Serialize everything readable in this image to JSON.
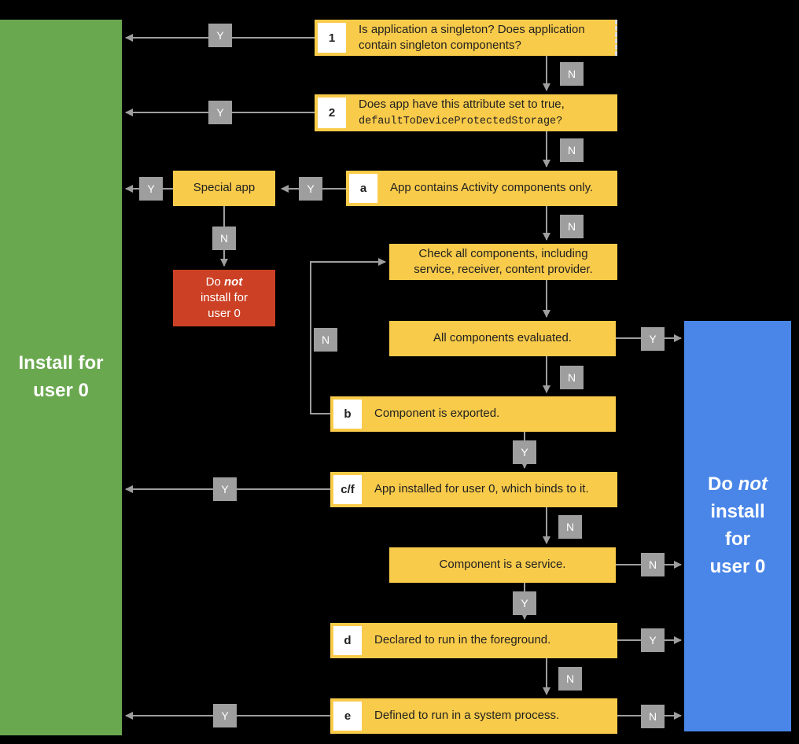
{
  "edge_labels": {
    "yes": "Y",
    "no": "N"
  },
  "colors": {
    "yellow": "#f9cb4a",
    "green": "#6aa84f",
    "blue": "#4a86e8",
    "red": "#cc4125",
    "gray": "#9e9e9e"
  },
  "terminals": {
    "green": {
      "line1": "Install for",
      "line2": "user 0"
    },
    "blue": {
      "word_do": "Do",
      "word_not": "not",
      "line2": "install",
      "line3": "for",
      "line4": "user 0"
    },
    "red": {
      "word_do": "Do",
      "word_not": "not",
      "line2": "install for",
      "line3": "user 0"
    }
  },
  "nodes": {
    "q1": {
      "key": "1",
      "text": "Is application a singleton? Does application\ncontain singleton components?"
    },
    "q2": {
      "key": "2",
      "line1": "Does app have this attribute set to true,",
      "code": "defaultToDeviceProtectedStorage?"
    },
    "qa": {
      "key": "a",
      "text": "App contains Activity components only."
    },
    "special": {
      "text": "Special app"
    },
    "check": {
      "text": "Check all components, including\nservice, receiver, content provider."
    },
    "evaluated": {
      "text": "All components evaluated."
    },
    "qb": {
      "key": "b",
      "text": "Component is exported."
    },
    "qcf": {
      "key": "c/f",
      "text": "App installed for user 0, which binds to it."
    },
    "service": {
      "text": "Component is a service."
    },
    "qd": {
      "key": "d",
      "text": "Declared to run in the foreground."
    },
    "qe": {
      "key": "e",
      "text": "Defined to run in a system process."
    }
  }
}
